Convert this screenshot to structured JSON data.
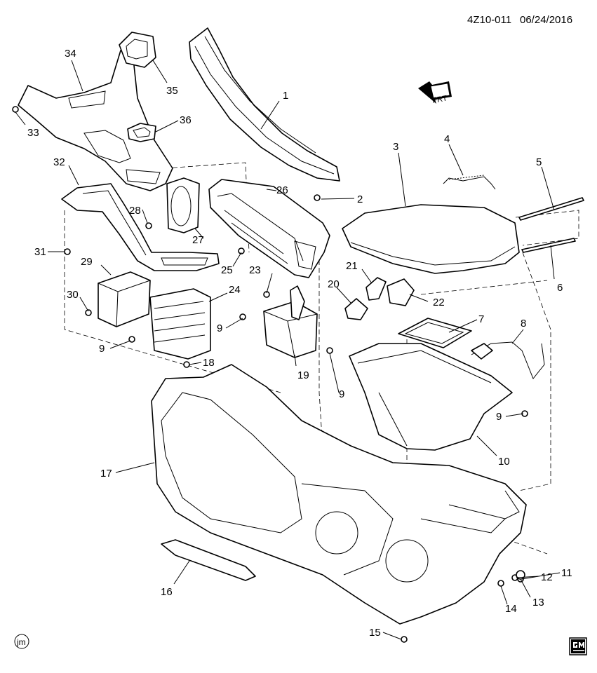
{
  "header": {
    "diagram_id": "4Z10-011",
    "date": "06/24/2016"
  },
  "direction_indicator": {
    "label": "FRT",
    "icon": "front-arrow-icon"
  },
  "footer": {
    "artist_mark": "jm",
    "logo": "gm-logo-icon"
  },
  "callouts": [
    "1",
    "2",
    "3",
    "4",
    "5",
    "6",
    "7",
    "8",
    "9",
    "9",
    "9",
    "9",
    "10",
    "11",
    "12",
    "13",
    "14",
    "15",
    "16",
    "17",
    "18",
    "19",
    "20",
    "21",
    "22",
    "23",
    "24",
    "25",
    "26",
    "27",
    "28",
    "29",
    "30",
    "31",
    "32",
    "33",
    "34",
    "35",
    "36"
  ]
}
